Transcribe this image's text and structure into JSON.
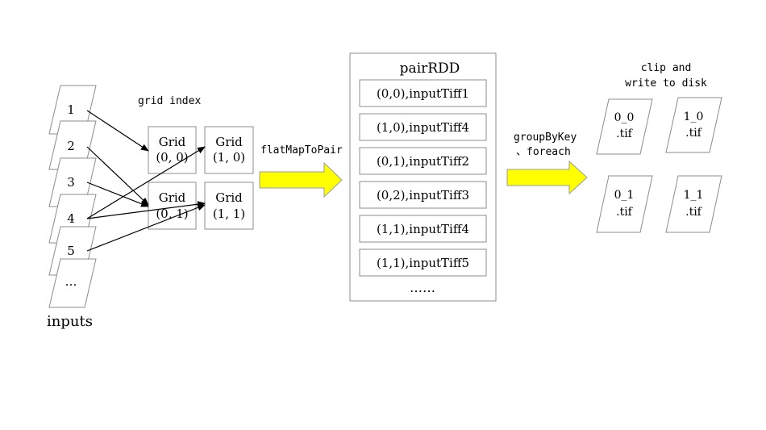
{
  "inputs": {
    "items": [
      "1",
      "2",
      "3",
      "4",
      "5",
      "…"
    ],
    "label": "inputs"
  },
  "grid": {
    "title": "grid index",
    "cells": [
      {
        "line1": "Grid",
        "line2": "(0, 0)"
      },
      {
        "line1": "Grid",
        "line2": "(1, 0)"
      },
      {
        "line1": "Grid",
        "line2": "(0, 1)"
      },
      {
        "line1": "Grid",
        "line2": "(1, 1)"
      }
    ]
  },
  "step1": {
    "label": "flatMapToPair"
  },
  "pair_rdd": {
    "title": "pairRDD",
    "rows": [
      "(0,0),inputTiff1",
      "(1,0),inputTiff4",
      "(0,1),inputTiff2",
      "(0,2),inputTiff3",
      "(1,1),inputTiff4",
      "(1,1),inputTiff5"
    ],
    "more": "……"
  },
  "step2": {
    "line1": "groupByKey",
    "line2": "、foreach"
  },
  "output": {
    "title_line1": "clip and",
    "title_line2": "write to disk",
    "files": [
      {
        "name": "0_0",
        "ext": ".tif"
      },
      {
        "name": "1_0",
        "ext": ".tif"
      },
      {
        "name": "0_1",
        "ext": ".tif"
      },
      {
        "name": "1_1",
        "ext": ".tif"
      }
    ]
  },
  "colors": {
    "arrow_fill": "#ffff00",
    "arrow_stroke": "#9a9a9a",
    "box_stroke": "#8c8c8c",
    "line": "#000000"
  }
}
